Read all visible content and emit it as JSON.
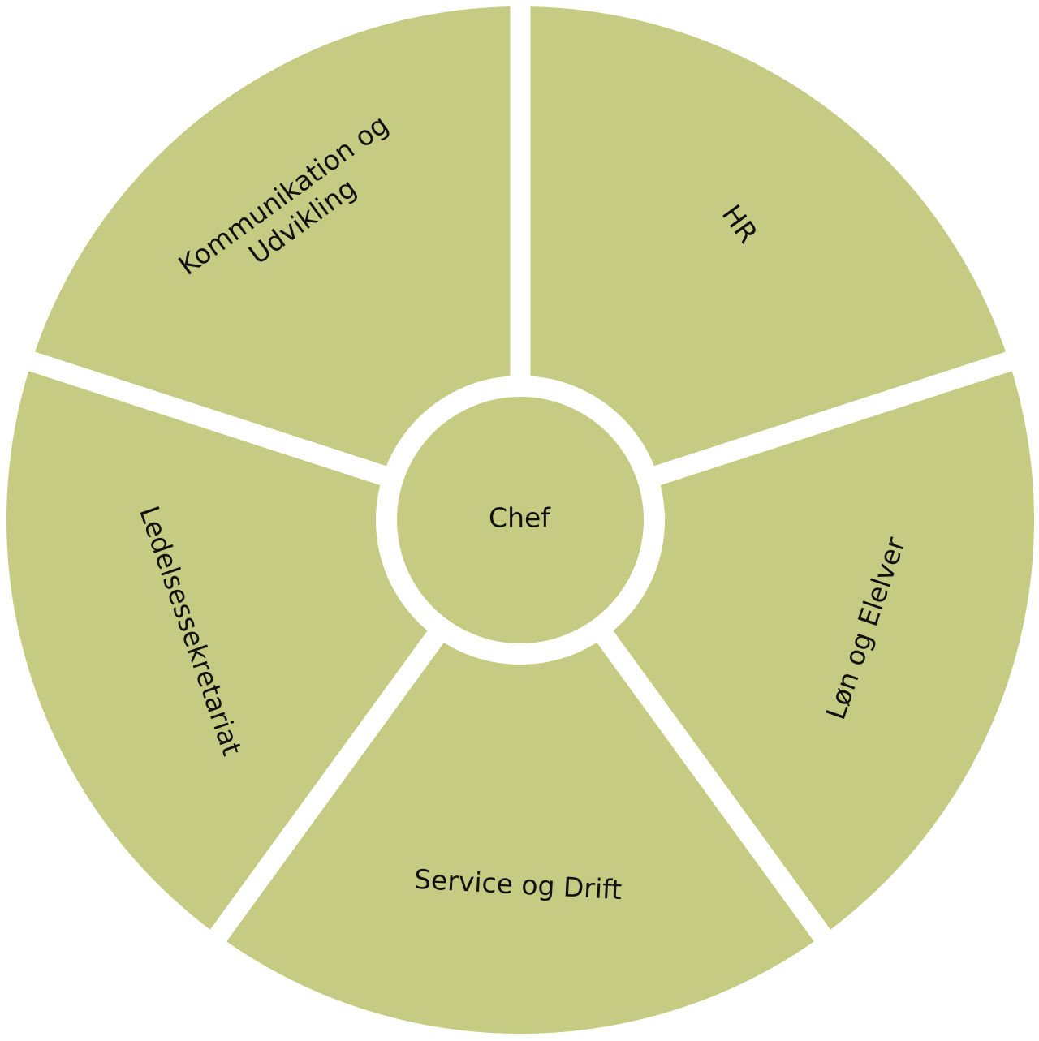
{
  "center": {
    "label": "Chef"
  },
  "segments": [
    {
      "label_lines": [
        "HR"
      ]
    },
    {
      "label_lines": [
        "Løn og Elelver"
      ]
    },
    {
      "label_lines": [
        "Service og Drift"
      ]
    },
    {
      "label_lines": [
        "Ledelsessekretariat"
      ]
    },
    {
      "label_lines": [
        "Kommunikation og",
        "Udvikling"
      ]
    }
  ],
  "colors": {
    "fill": "#c5cb82",
    "gap": "#ffffff",
    "text": "#111111"
  }
}
